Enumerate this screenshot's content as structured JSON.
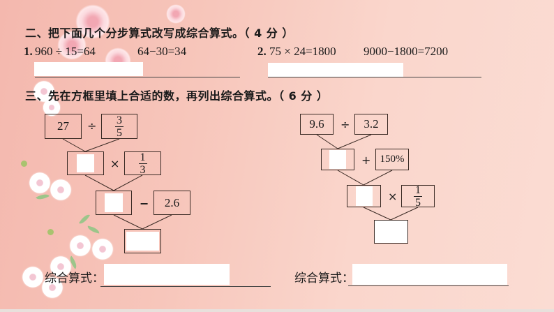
{
  "section2": {
    "heading": "二、把下面几个分步算式改写成综合算式。（ 4 分 ）",
    "problems": [
      {
        "num": "1.",
        "step1": "960 ÷ 15=64",
        "step2": "64−30=34"
      },
      {
        "num": "2.",
        "step1": "75 × 24=1800",
        "step2": "9000−1800=7200"
      }
    ]
  },
  "section3": {
    "heading": "三、先在方框里填上合适的数，再列出综合算式。（ 6 分 ）",
    "left_tree": {
      "row1": {
        "a": "27",
        "op": "÷",
        "b_num": "3",
        "b_den": "5"
      },
      "row2": {
        "a": "",
        "op": "×",
        "b_num": "1",
        "b_den": "3"
      },
      "row3": {
        "a": "",
        "op": "−",
        "b": "2.6"
      },
      "row4": {
        "result": ""
      }
    },
    "right_tree": {
      "row1": {
        "a": "9.6",
        "op": "÷",
        "b": "3.2"
      },
      "row2": {
        "a": "",
        "op": "+",
        "b": "150%"
      },
      "row3": {
        "a": "",
        "op": "×",
        "b_num": "1",
        "b_den": "5"
      },
      "row4": {
        "result": ""
      }
    },
    "answer_label_left": "综合算式：",
    "answer_label_right": "综合算式："
  },
  "colors": {
    "background": "#f7c6bb",
    "text": "#1a1a1a",
    "box_border": "#3a2a24",
    "answer_fill": "#ffffff"
  }
}
